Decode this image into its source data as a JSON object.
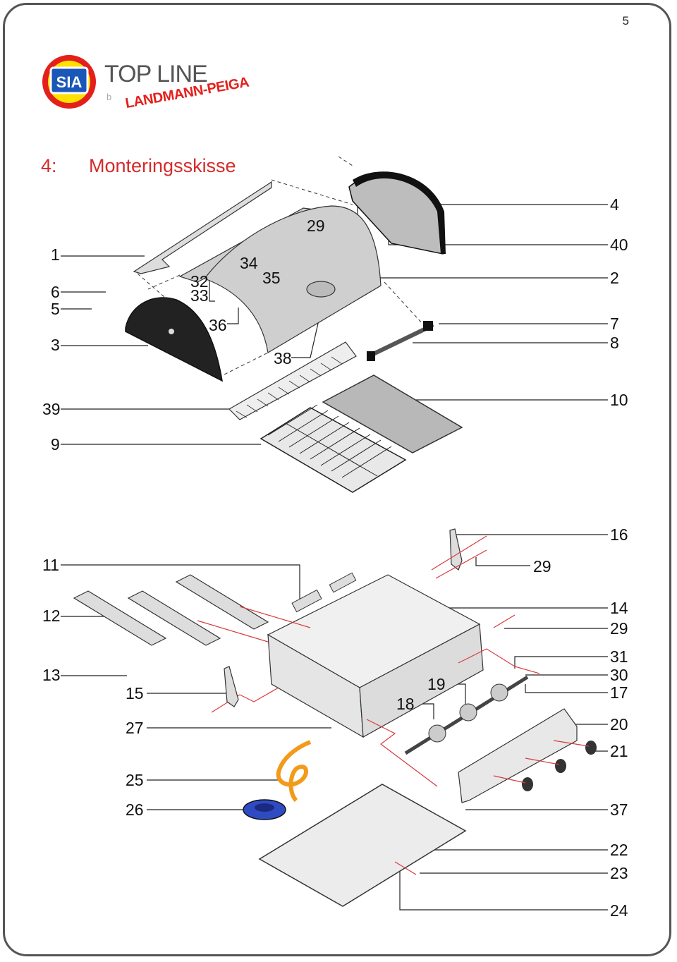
{
  "page_number": "5",
  "brand": {
    "logo_text": "SIA",
    "product_line": "TOP LINE",
    "sub": "b",
    "manufacturer": "LANDMANN-PEIGA"
  },
  "heading": {
    "number": "4:",
    "title": "Monteringsskisse"
  },
  "colors": {
    "heading": "#d42b2b",
    "leader_red": "#d9393f",
    "hose": "#f39a1a",
    "regulator": "#2f4bc4"
  },
  "labels_left": [
    "1",
    "6",
    "5",
    "3",
    "39",
    "9",
    "11",
    "12",
    "13",
    "15",
    "27",
    "25",
    "26"
  ],
  "labels_right": [
    "4",
    "40",
    "2",
    "7",
    "8",
    "10",
    "16",
    "14",
    "29",
    "31",
    "30",
    "17",
    "20",
    "21",
    "37",
    "22",
    "23",
    "24"
  ],
  "labels_inner": [
    "29",
    "34",
    "32",
    "33",
    "35",
    "36",
    "38",
    "29",
    "19",
    "18"
  ]
}
